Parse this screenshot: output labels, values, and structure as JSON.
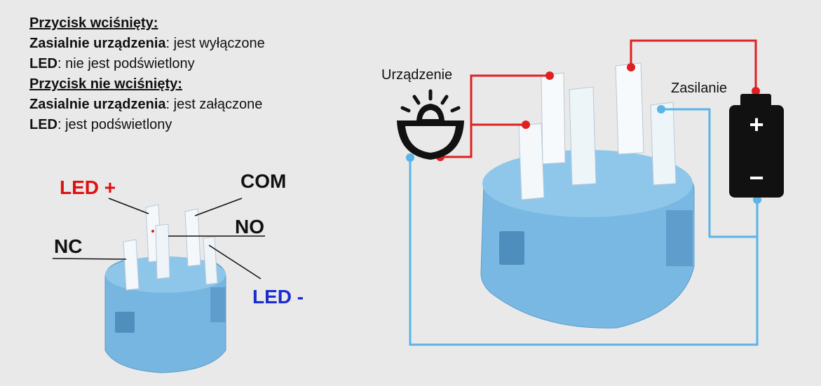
{
  "legend": {
    "pressed_title": "Przycisk wciśnięty:",
    "pressed_device_label": "Zasialnie urządzenia",
    "pressed_device_value": ": jest wyłączone",
    "pressed_led_label": "LED",
    "pressed_led_value": ": nie jest podświetlony",
    "released_title": "Przycisk nie wciśnięty:",
    "released_device_label": "Zasialnie urządzenia",
    "released_device_value": ": jest załączone",
    "released_led_label": "LED",
    "released_led_value": ":  jest podświetlony"
  },
  "pins": {
    "led_plus": "LED +",
    "com": "COM",
    "no": "NO",
    "nc": "NC",
    "led_minus": "LED -"
  },
  "circuit": {
    "device_label": "Urządzenie",
    "power_label": "Zasilanie",
    "battery_plus": "+",
    "battery_minus": "−"
  },
  "colors": {
    "switch_body": "#76b6e0",
    "red_wire": "#e02020",
    "blue_wire": "#5ab4e6",
    "led_plus_text": "#e01010",
    "led_minus_text": "#1a2ccf"
  },
  "icons": [
    "lamp-icon",
    "battery-icon"
  ]
}
